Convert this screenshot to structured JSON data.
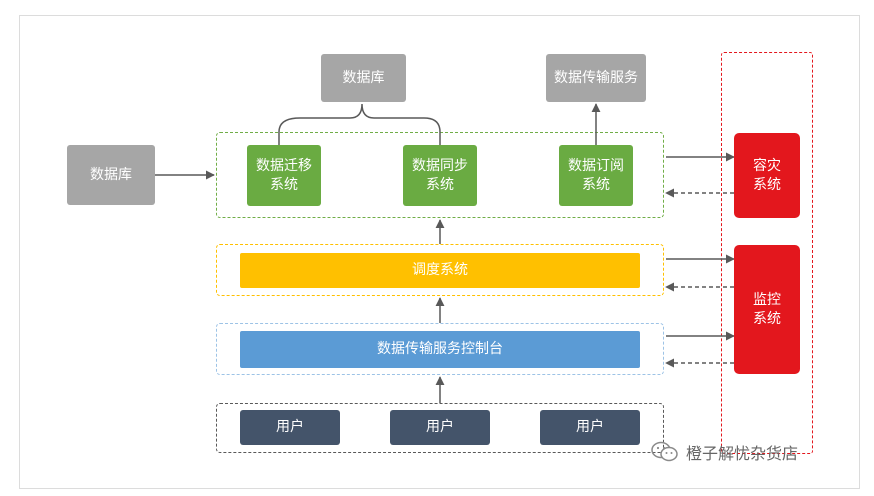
{
  "nodes": {
    "db_top": "数据库",
    "db_left": "数据库",
    "dts_top": "数据传输服务",
    "migration": "数据迁移\n系统",
    "sync": "数据同步\n系统",
    "subscribe": "数据订阅\n系统",
    "scheduler": "调度系统",
    "console": "数据传输服务控制台",
    "user1": "用户",
    "user2": "用户",
    "user3": "用户",
    "disaster": "容灾\n系统",
    "monitor": "监控\n系统"
  },
  "watermark": "橙子解忧杂货店",
  "colors": {
    "gray": "#a6a6a6",
    "green": "#6aab42",
    "red": "#e3171d",
    "dark": "#44546a",
    "orange": "#ffc000",
    "blue": "#5b9bd5",
    "green_dash": "#70ad47",
    "yellow_dash": "#ffc000",
    "blue_dash": "#9dc3e6",
    "red_dash": "#e3171d",
    "arrow": "#595959"
  }
}
